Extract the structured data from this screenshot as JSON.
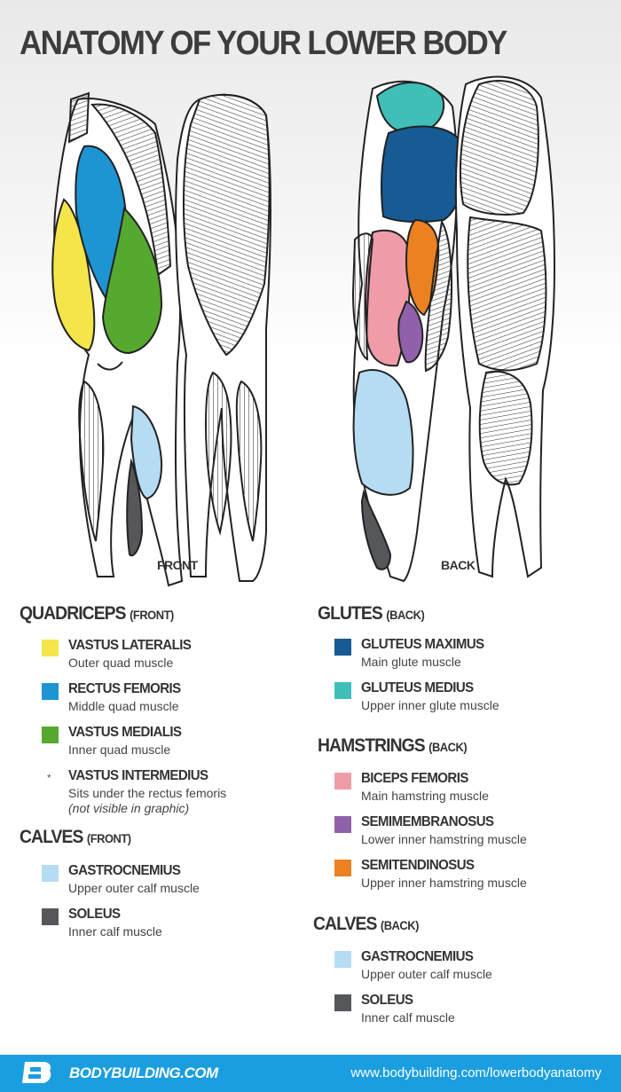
{
  "title": "ANATOMY OF YOUR LOWER BODY",
  "views": {
    "front": "FRONT",
    "back": "BACK"
  },
  "colors": {
    "vastus_lateralis": "#f4e54a",
    "rectus_femoris": "#1d95d2",
    "vastus_medialis": "#56a92f",
    "gastrocnemius": "#b6dcf3",
    "soleus": "#55575a",
    "gluteus_maximus": "#165b94",
    "gluteus_medius": "#3fbfb7",
    "biceps_femoris": "#ef9ca8",
    "semimembranosus": "#9060aa",
    "semitendinosus": "#ec8121",
    "footer": "#1b9ee0"
  },
  "legend": {
    "quadriceps": {
      "title": "QUADRICEPS",
      "subtitle": "(FRONT)",
      "items": [
        {
          "name": "VASTUS LATERALIS",
          "desc": "Outer quad muscle",
          "color": "#f4e54a"
        },
        {
          "name": "RECTUS FEMORIS",
          "desc": "Middle quad muscle",
          "color": "#1d95d2"
        },
        {
          "name": "VASTUS MEDIALIS",
          "desc": "Inner quad muscle",
          "color": "#56a92f"
        },
        {
          "name": "VASTUS INTERMEDIUS",
          "desc": "Sits under the rectus femoris",
          "note": "(not visible in graphic)",
          "marker": "*"
        }
      ]
    },
    "calves_front": {
      "title": "CALVES",
      "subtitle": "(FRONT)",
      "items": [
        {
          "name": "GASTROCNEMIUS",
          "desc": "Upper outer calf muscle",
          "color": "#b6dcf3"
        },
        {
          "name": "SOLEUS",
          "desc": "Inner calf muscle",
          "color": "#55575a"
        }
      ]
    },
    "glutes": {
      "title": "GLUTES",
      "subtitle": "(BACK)",
      "items": [
        {
          "name": "GLUTEUS MAXIMUS",
          "desc": "Main glute muscle",
          "color": "#165b94"
        },
        {
          "name": "GLUTEUS MEDIUS",
          "desc": "Upper inner glute muscle",
          "color": "#3fbfb7"
        }
      ]
    },
    "hamstrings": {
      "title": "HAMSTRINGS",
      "subtitle": "(BACK)",
      "items": [
        {
          "name": "BICEPS FEMORIS",
          "desc": "Main hamstring muscle",
          "color": "#ef9ca8"
        },
        {
          "name": "SEMIMEMBRANOSUS",
          "desc": "Lower inner hamstring muscle",
          "color": "#9060aa"
        },
        {
          "name": "SEMITENDINOSUS",
          "desc": "Upper inner hamstring muscle",
          "color": "#ec8121"
        }
      ]
    },
    "calves_back": {
      "title": "CALVES",
      "subtitle": "(BACK)",
      "items": [
        {
          "name": "GASTROCNEMIUS",
          "desc": "Upper outer calf muscle",
          "color": "#b6dcf3"
        },
        {
          "name": "SOLEUS",
          "desc": "Inner calf muscle",
          "color": "#55575a"
        }
      ]
    }
  },
  "footer": {
    "brand": "BODYBUILDING.COM",
    "url": "www.bodybuilding.com/lowerbodyanatomy"
  }
}
